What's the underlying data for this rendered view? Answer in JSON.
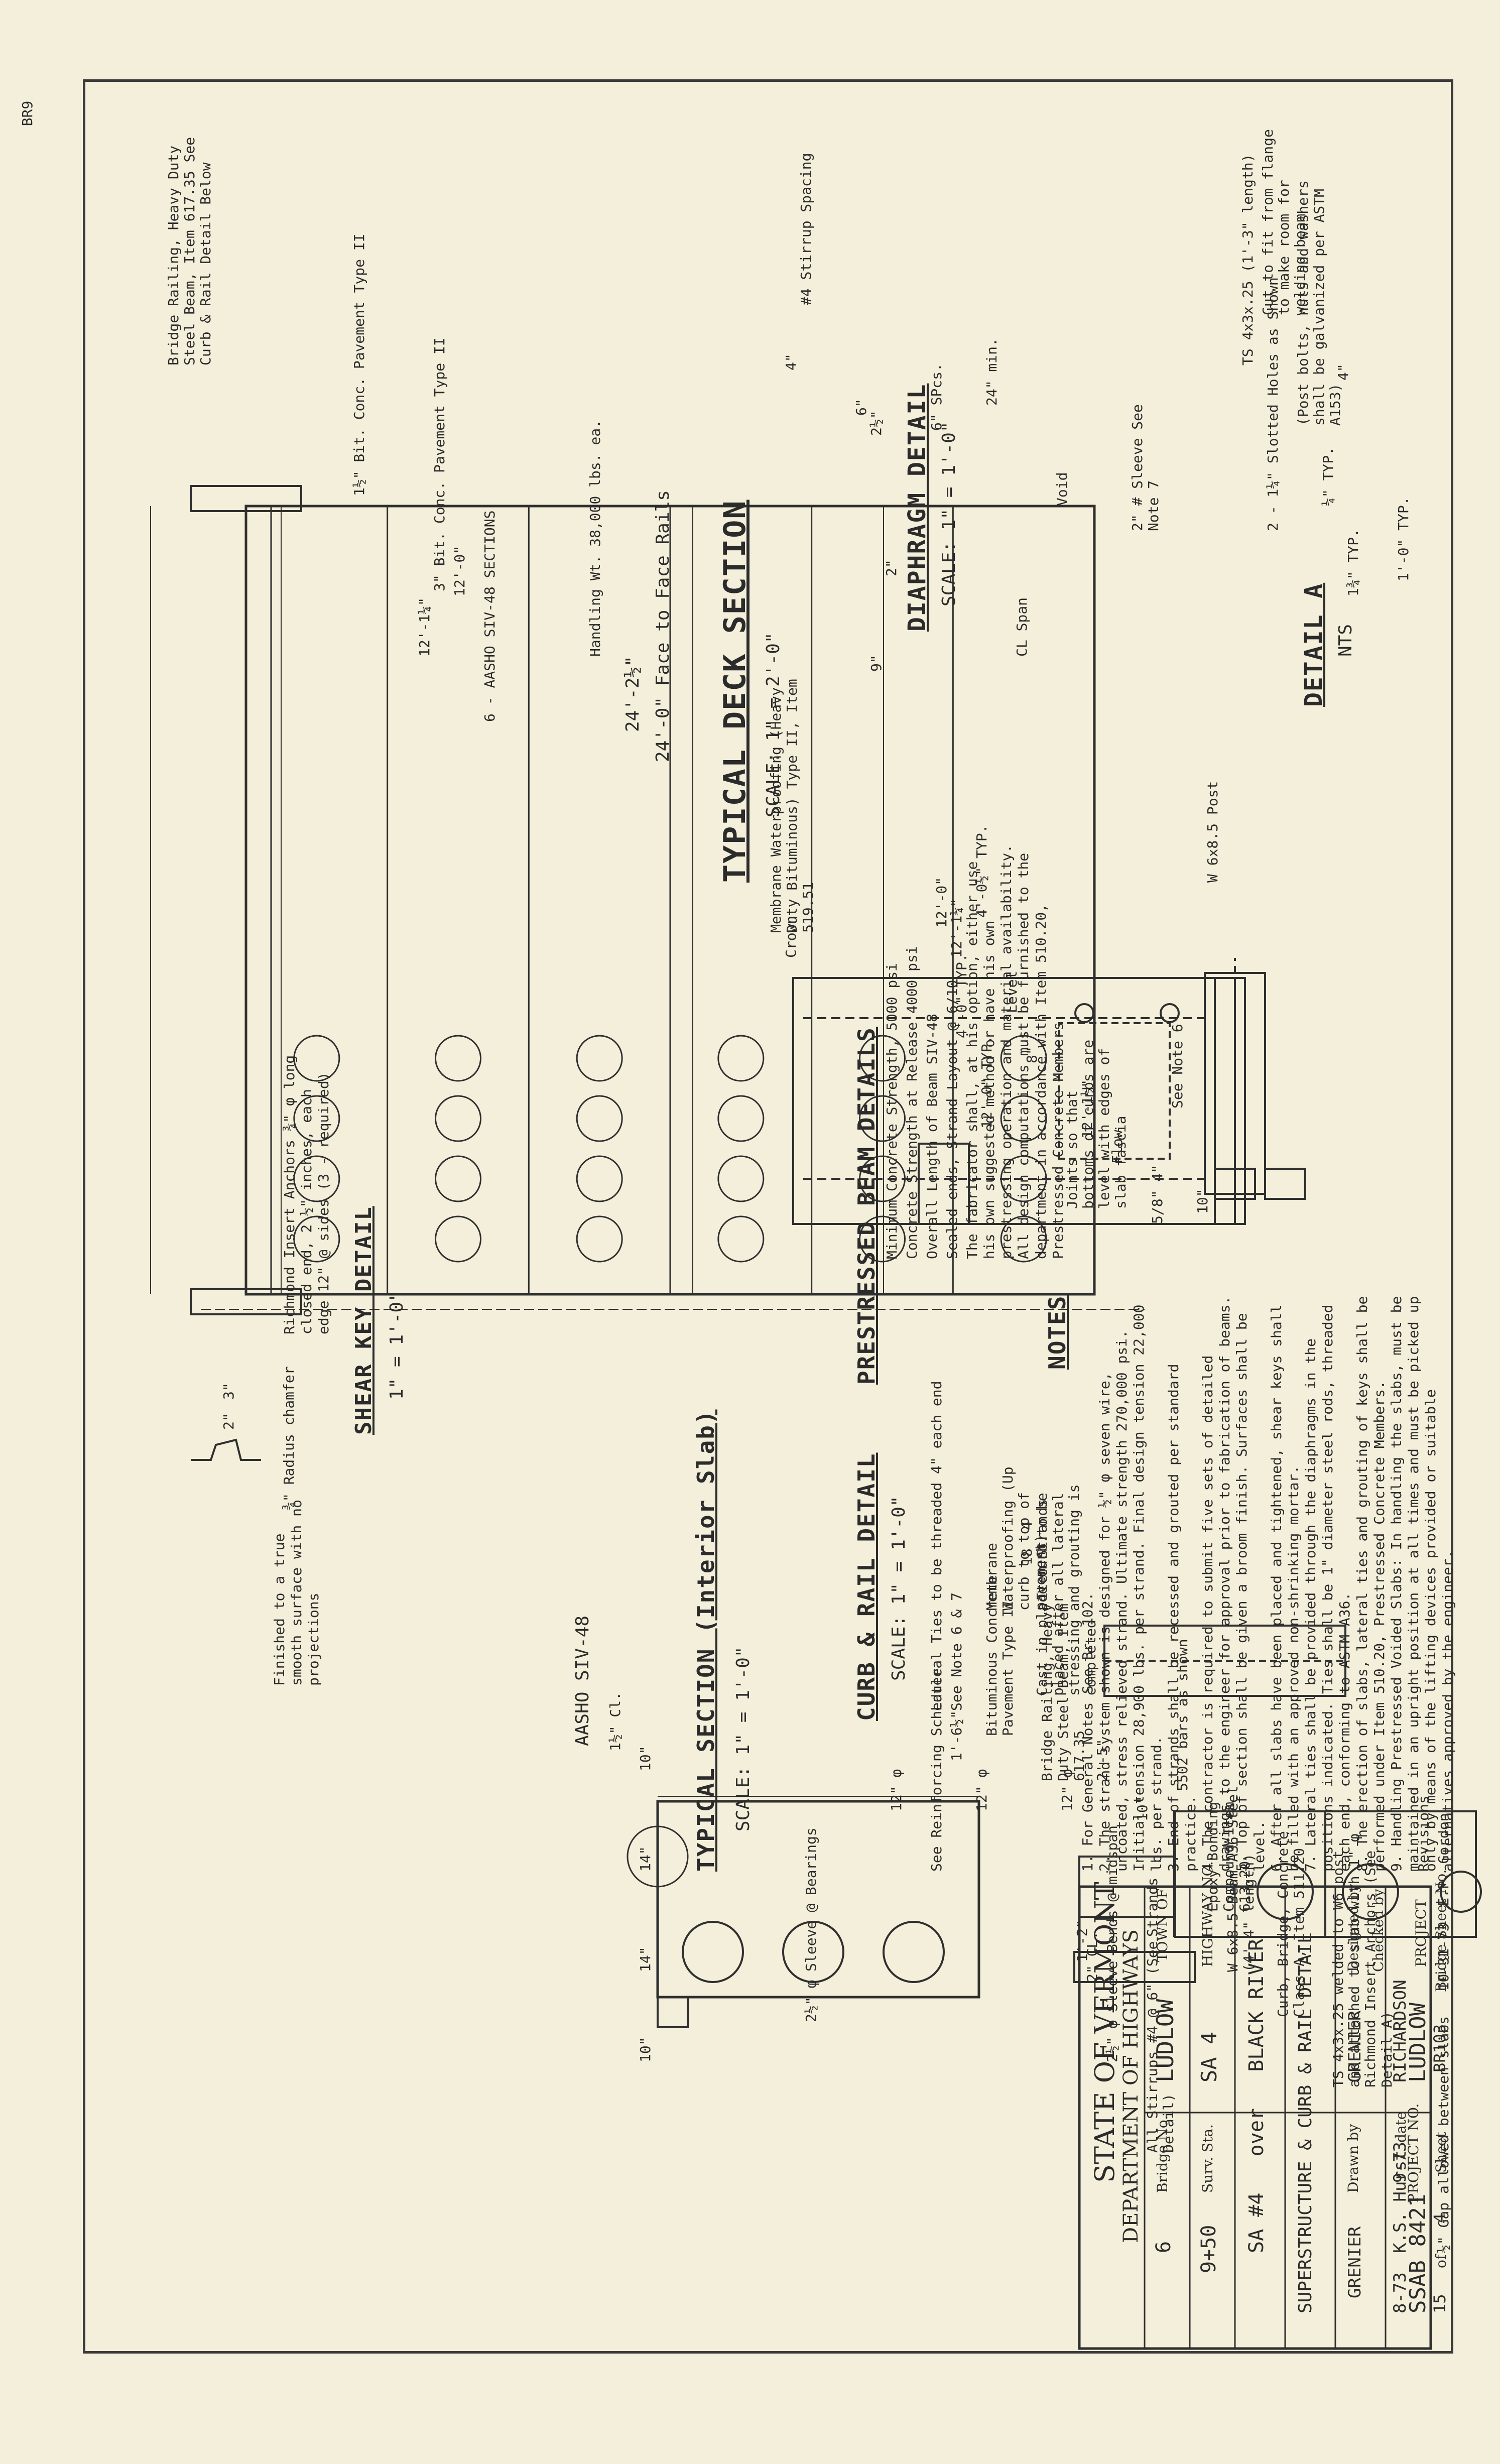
{
  "sheet_mark": "BR9",
  "typical_deck_section": {
    "title": "TYPICAL DECK SECTION",
    "scale": "SCALE: 1\" = 2'-0\"",
    "labels": [
      "Bridge Railing, Heavy Duty Steel Beam, Item 617.35 See Curb & Rail Detail Below",
      "1½\" Bit. Conc. Pavement Type II",
      "3\" Bit. Conc. Pavement Type II",
      "6 - AASHO SIV-48 SECTIONS",
      "Handling Wt. 38,000 lbs. ea.",
      "24'-2½\"",
      "24'-0\" Face to Face Rails",
      "12'-1¼\"",
      "12'-0\"",
      "12'-1¼\"",
      "12'-0\"",
      "Membrane Waterproofing (Heavy Duty Bituminous) Type II, Item 519.51",
      "See Note 6",
      "Crown",
      "4'-0½\" TYP.",
      "Level",
      "4'-0\" TYP.",
      "8\"",
      "12'-0\" TYP.",
      "12'-1½\"",
      "Flow",
      "Joints so that bottoms of curbs are level with edges of slab fascia",
      "5/8\" 4\"",
      "10\""
    ]
  },
  "diaphragm_detail": {
    "title": "DIAPHRAGM DETAIL",
    "scale": "SCALE: 1\" = 1'-0\"",
    "labels": [
      "#4 Stirrup Spacing",
      "24\" min.",
      "6\" SPcs.",
      "Void",
      "2\" # Sleeve See Note 7",
      "CL Span",
      "9\"",
      "4\"",
      "6\"",
      "2½\"",
      "2\""
    ]
  },
  "detail_a": {
    "title": "DETAIL A",
    "scale": "NTS",
    "labels": [
      "TS 4x3x.25 (1'-3\" length)",
      "Cut to fit from flange to make room for welding beam",
      "(Post bolts, nuts and washers shall be galvanized per ASTM A153)",
      "4\"",
      "1'-0\" TYP.",
      "1¾\" TYP.",
      "¼\" TYP.",
      "2 - 1¼\" Slotted Holes as Shown",
      "W 6x8.5 Post"
    ]
  },
  "prestressed_beam_details": {
    "title": "PRESTRESSED BEAM DETAILS",
    "lines": [
      "Minimum Concrete Strength,  5000 psi",
      "Concrete Strength at Release    4000 psi",
      "Overall Length of Beam  SIV-48",
      "Sealed ends, Strand Layout @ 6/10",
      "The fabricator shall, at his option, either use his own suggested method or have his own prestressing operation and material availability. All design computations must be furnished to the department in accordance with Item 510.20, Prestressed Concrete Members."
    ]
  },
  "notes": {
    "title": "NOTES",
    "items": [
      "1. For General Notes See Br. 102.",
      "2. The strand system shown is designed for ½\" φ seven wire, uncoated, stress relieved strand. Ultimate strength 270,000 psi. Initial tension 28,900 lbs. per strand. Final design tension 22,000 lbs. per strand.",
      "3. End of strands shall be recessed and grouted per standard practice.",
      "4. The contractor is required to submit five sets of detailed drawings to the engineer for approval prior to fabrication of beams.",
      "5. Top of section shall be given a broom finish. Surfaces shall be level.",
      "6. After all slabs have been placed and tightened, shear keys shall be filled with an approved non-shrinking mortar.",
      "7. Lateral ties shall be provided through the diaphragms in the positions indicated. Ties shall be 1\" diameter steel rods, threaded each end, conforming to ASTM A36.",
      "8. The erection of slabs, lateral ties and grouting of keys shall be performed under Item 510.20, Prestressed Concrete Members.",
      "9. Handling Prestressed Voided Slabs: In handling the slabs, must be maintained in an upright position at all times and must be picked up only by means of the lifting devices provided or suitable alternatives approved by the engineer."
    ]
  },
  "shear_key_detail": {
    "title": "SHEAR KEY DETAIL",
    "scale": "1\" = 1'-0\"",
    "labels": [
      "Richmond Insert Anchors ¾\" φ long closed end, 2 ½\" inches, each edge 12\" @ sides (3 - required)",
      "¾\" Radius chamfer",
      "Finished to a true smooth surface with no projections",
      "2\"",
      "3\""
    ]
  },
  "typical_section": {
    "title": "TYPICAL SECTION (Interior Slab)",
    "scale": "SCALE: 1\" = 1'-0\"",
    "labels": [
      "AASHO SIV-48",
      "10\"",
      "14\"",
      "14\"",
      "10\"",
      "1½\" Cl.",
      "2½\" φ Sleeve @ Bearings",
      "2½\" φ Sleeve Bends @ midspan",
      "All Stirrups #4 @ 6\" (See Detail)",
      "Lateral Ties to be threaded 4\" each end",
      "See Note 6 & 7",
      "Strands",
      "4",
      "18",
      "Item Strands",
      "2\" CL."
    ]
  },
  "curb_rail_detail": {
    "title": "CURB & RAIL DETAIL",
    "scale": "SCALE: 1\" = 1'-0\"",
    "labels": [
      "Bridge Railing, Heavy Duty Steel Beam, Item 617.35",
      "Epoxy Bonding Compound Item 613.20",
      "Membrane Waterproofing (Up curb to top of pavement)",
      "Bituminous Concrete Pavement Type II",
      "W 6x8.5 Beam A36 Steel (4'-4\" length)",
      "Curb, Bridge, Concrete Class A, Item 511.20",
      "Cast in place curb to be placed after all lateral stressing and grouting is completed",
      "See Reinforcing Schedule",
      "2'-5\"",
      "1'-6½\"",
      "10\"",
      "12\" φ",
      "12\" φ",
      "12\" φ",
      "1'-2\"",
      "TS 4x3x.25 welded to W6 post and attached to slab with 1\" φ Richmond Insert Anchors (See Detail A)",
      "5502 bars as shown"
    ]
  },
  "revision": {
    "label": "Revisions",
    "entry": "½\" Gap allowed between slabs   10-31-73  E.P. Gordon"
  },
  "title_block": {
    "state": "STATE OF VERMONT",
    "dept": "DEPARTMENT OF HIGHWAYS",
    "town_label": "TOWN OF",
    "town": "LUDLOW",
    "bridge_no_label": "Bridge No.",
    "bridge_no": "6",
    "highway_label": "HIGHWAY NO.",
    "highway": "SA 4",
    "surv_sta_label": "Surv. Sta.",
    "surv_sta": "9+50",
    "over": "SA #4   over   BLACK RIVER",
    "sheet_title": "SUPERSTRUCTURE & CURB & RAIL DETAIL",
    "designed_by_label": "Designed by",
    "designed_by": "GRENIER",
    "drawn_by_label": "Drawn by",
    "drawn_by": "GRENIER",
    "checked_by_label": "Checked by",
    "checked_by": "RICHARDSON",
    "date1_label": "date",
    "date1": "9-73",
    "approved_by": "K.S. Hurst",
    "date2": "8-73",
    "project_label": "PROJECT",
    "project": "LUDLOW",
    "project_no_label": "PROJECT NO.",
    "project_no": "SSAB 8421",
    "bridge_sheet_label": "Bridge Sheet No.",
    "bridge_sheet": "BR103",
    "sheet_label": "Sheet",
    "sheet": "4",
    "of_label": "of",
    "of": "15"
  }
}
